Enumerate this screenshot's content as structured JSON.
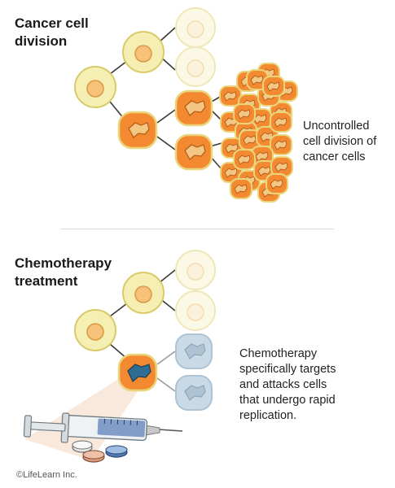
{
  "panel_top": {
    "title": "Cancer cell\ndivision",
    "caption": "Uncontrolled\ncell division of\ncancer cells"
  },
  "panel_bottom": {
    "title": "Chemotherapy\ntreatment",
    "caption": "Chemotherapy\nspecifically targets\nand attacks cells\nthat undergo rapid\nreplication."
  },
  "credit": "©LifeLearn Inc.",
  "colors": {
    "healthy_fill": "#f6efb4",
    "healthy_nucleus": "#f7c27a",
    "cancer_fill": "#f38a32",
    "cancer_nucleus": "#f3c684",
    "faded_cell": "#fbf8e6",
    "treated_nucleus": "#2f6d92",
    "dead_cell": "#c9d9e6"
  }
}
